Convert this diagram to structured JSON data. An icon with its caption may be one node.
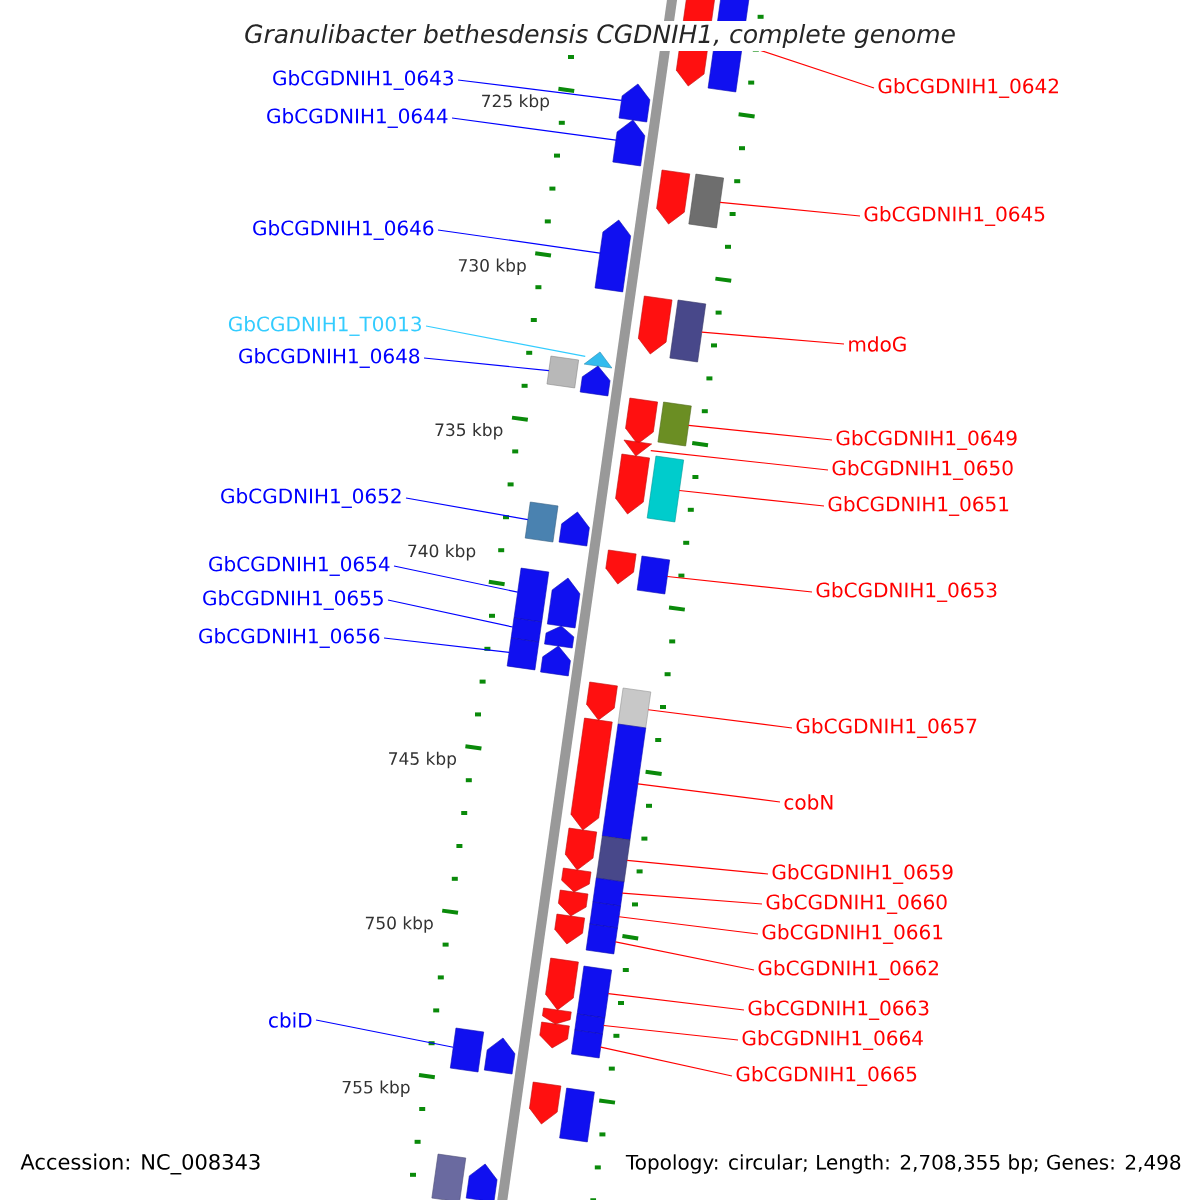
{
  "diagram": {
    "title": "Granulibacter bethesdensis CGDNIH1, complete genome",
    "nodes": [
      {
        "text": [
          "GbCGDNIH1_0643"
        ]
      },
      {
        "text": [
          "GbCGDNIH1_0644"
        ]
      },
      {
        "text": [
          "GbCGDNIH1_0646"
        ]
      },
      {
        "text": [
          "GbCGDNIH1_T0013"
        ]
      },
      {
        "text": [
          "GbCGDNIH1_0648"
        ]
      },
      {
        "text": [
          "GbCGDNIH1_0652"
        ]
      },
      {
        "text": [
          "GbCGDNIH1_0654"
        ]
      },
      {
        "text": [
          "GbCGDNIH1_0655"
        ]
      },
      {
        "text": [
          "GbCGDNIH1_0656"
        ]
      },
      {
        "text": [
          "cbiD"
        ]
      },
      {
        "text": [
          "GbCGDNIH1_0642"
        ]
      },
      {
        "text": [
          "GbCGDNIH1_0645"
        ]
      },
      {
        "text": [
          "mdoG"
        ]
      },
      {
        "text": [
          "GbCGDNIH1_0649"
        ]
      },
      {
        "text": [
          "GbCGDNIH1_0650"
        ]
      },
      {
        "text": [
          "GbCGDNIH1_0651"
        ]
      },
      {
        "text": [
          "GbCGDNIH1_0653"
        ]
      },
      {
        "text": [
          "GbCGDNIH1_0657"
        ]
      },
      {
        "text": [
          "cobN"
        ]
      },
      {
        "text": [
          "GbCGDNIH1_0659"
        ]
      },
      {
        "text": [
          "GbCGDNIH1_0660"
        ]
      },
      {
        "text": [
          "GbCGDNIH1_0661"
        ]
      },
      {
        "text": [
          "GbCGDNIH1_0662"
        ]
      },
      {
        "text": [
          "GbCGDNIH1_0663"
        ]
      },
      {
        "text": [
          "GbCGDNIH1_0664"
        ]
      },
      {
        "text": [
          "GbCGDNIH1_0665"
        ]
      },
      {
        "text": [],
        "shape": "pentagon"
      },
      {
        "text": [],
        "shape": "box"
      },
      {
        "text": [],
        "shape": "pentagon"
      },
      {
        "text": [],
        "shape": "pentagon"
      },
      {
        "text": [],
        "shape": "pentagon"
      },
      {
        "text": [],
        "shape": "box"
      },
      {
        "text": [],
        "shape": "pentagon"
      },
      {
        "text": [],
        "shape": "pentagon"
      },
      {
        "text": [],
        "shape": "box"
      },
      {
        "text": [],
        "shape": "triangle"
      },
      {
        "text": [],
        "shape": "box"
      },
      {
        "text": [],
        "shape": "pentagon"
      },
      {
        "text": [],
        "shape": "pentagon"
      },
      {
        "text": [],
        "shape": "box"
      },
      {
        "text": [],
        "shape": "triangle"
      },
      {
        "text": [],
        "shape": "pentagon"
      },
      {
        "text": [],
        "shape": "box"
      },
      {
        "text": [],
        "shape": "box"
      },
      {
        "text": [],
        "shape": "pentagon"
      },
      {
        "text": [],
        "shape": "pentagon"
      },
      {
        "text": [],
        "shape": "box"
      },
      {
        "text": [],
        "shape": "box"
      },
      {
        "text": [],
        "shape": "pentagon"
      },
      {
        "text": [],
        "shape": "box"
      },
      {
        "text": [],
        "shape": "pentagon"
      },
      {
        "text": [],
        "shape": "box"
      },
      {
        "text": [],
        "shape": "pentagon"
      },
      {
        "text": [],
        "shape": "pentagon"
      },
      {
        "text": [],
        "shape": "box"
      },
      {
        "text": [],
        "shape": "pentagon"
      },
      {
        "text": [],
        "shape": "box"
      },
      {
        "text": [],
        "shape": "pentagon"
      },
      {
        "text": [],
        "shape": "box"
      },
      {
        "text": [],
        "shape": "pentagon"
      },
      {
        "text": [],
        "shape": "box"
      },
      {
        "text": [],
        "shape": "pentagon"
      },
      {
        "text": [],
        "shape": "box"
      },
      {
        "text": [],
        "shape": "pentagon"
      },
      {
        "text": [],
        "shape": "box"
      },
      {
        "text": [],
        "shape": "pentagon"
      },
      {
        "text": [],
        "shape": "box"
      },
      {
        "text": [],
        "shape": "pentagon"
      },
      {
        "text": [],
        "shape": "box"
      },
      {
        "text": [],
        "shape": "pentagon"
      },
      {
        "text": [],
        "shape": "box"
      },
      {
        "text": [],
        "shape": "box"
      },
      {
        "text": [],
        "shape": "pentagon"
      },
      {
        "text": [],
        "shape": "pentagon"
      },
      {
        "text": [],
        "shape": "box"
      },
      {
        "text": [],
        "shape": "box"
      },
      {
        "text": [],
        "shape": "pentagon"
      }
    ],
    "edges": [
      {
        "from": 0,
        "to": 28,
        "arrow": "none",
        "color": "#0000ff"
      },
      {
        "from": 1,
        "to": 29,
        "arrow": "none",
        "color": "#0000ff"
      },
      {
        "from": 2,
        "to": 32,
        "arrow": "none",
        "color": "#0000ff"
      },
      {
        "from": 3,
        "to": 35,
        "arrow": "none",
        "color": "#33ccff"
      },
      {
        "from": 4,
        "to": 36,
        "arrow": "none",
        "color": "#0000ff"
      },
      {
        "from": 5,
        "to": 43,
        "arrow": "none",
        "color": "#0000ff"
      },
      {
        "from": 6,
        "to": 47,
        "arrow": "none",
        "color": "#0000ff"
      },
      {
        "from": 7,
        "to": 49,
        "arrow": "none",
        "color": "#0000ff"
      },
      {
        "from": 8,
        "to": 51,
        "arrow": "none",
        "color": "#0000ff"
      },
      {
        "from": 9,
        "to": 70,
        "arrow": "none",
        "color": "#0000ff"
      },
      {
        "from": 10,
        "to": 27,
        "arrow": "none"
      },
      {
        "from": 11,
        "to": 31,
        "arrow": "none"
      },
      {
        "from": 12,
        "to": 34,
        "arrow": "none"
      },
      {
        "from": 13,
        "to": 39,
        "arrow": "none"
      },
      {
        "from": 14,
        "to": 40,
        "arrow": "none"
      },
      {
        "from": 15,
        "to": 42,
        "arrow": "none"
      },
      {
        "from": 16,
        "to": 46,
        "arrow": "none"
      },
      {
        "from": 17,
        "to": 54,
        "arrow": "none"
      },
      {
        "from": 18,
        "to": 56,
        "arrow": "none"
      },
      {
        "from": 19,
        "to": 58,
        "arrow": "none"
      },
      {
        "from": 20,
        "to": 60,
        "arrow": "none"
      },
      {
        "from": 21,
        "to": 62,
        "arrow": "none"
      },
      {
        "from": 22,
        "to": 64,
        "arrow": "none"
      },
      {
        "from": 23,
        "to": 66,
        "arrow": "none"
      },
      {
        "from": 24,
        "to": 68,
        "arrow": "none"
      },
      {
        "from": 25,
        "to": 71,
        "arrow": "none"
      }
    ],
    "labels": [
      "725 kbp",
      "730 kbp",
      "735 kbp",
      "740 kbp",
      "745 kbp",
      "750 kbp",
      "755 kbp",
      "Accession: NC_008343",
      "Topology: circular; Length: 2,708,355 bp; Genes: 2,498"
    ]
  }
}
